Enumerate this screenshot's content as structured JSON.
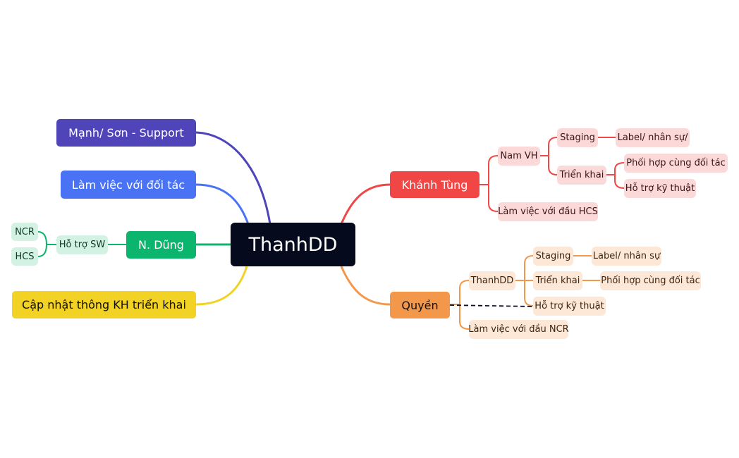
{
  "root": "ThanhDD",
  "colors": {
    "root_bg": "#050a1c",
    "purple": "#4f44b8",
    "blue": "#4a72f5",
    "green": "#0cb56e",
    "yellow": "#f2d224",
    "red": "#f04646",
    "orange": "#f3984a"
  },
  "left": {
    "manh_son": "Mạnh/ Sơn - Support",
    "lam_viec_doi_tac": "Làm việc với đối tác",
    "n_dung": "N. Dũng",
    "ho_tro_sw": "Hỗ trợ SW",
    "ncr": "NCR",
    "hcs": "HCS",
    "cap_nhat": "Cập nhật thông KH triển khai"
  },
  "right_top": {
    "khanh_tung": "Khánh Tùng",
    "nam_vh": "Nam VH",
    "staging": "Staging",
    "label": "Label/ nhân sự/",
    "trien_khai": "Triển khai",
    "phoi_hop": "Phối hợp cùng đối tác",
    "ho_tro_ky_thuat": "Hỗ trợ kỹ thuật",
    "lam_viec_hcs": "Làm việc với đầu HCS"
  },
  "right_bottom": {
    "quyen": "Quyền",
    "thanhdd": "ThanhDD",
    "staging": "Staging",
    "label": "Label/ nhân sự",
    "trien_khai": "Triển khai",
    "phoi_hop": "Phối hợp cùng đối tác",
    "ho_tro_ky_thuat": "Hỗ trợ kỹ thuật",
    "lam_viec_ncr": "Làm việc với đầu NCR"
  }
}
